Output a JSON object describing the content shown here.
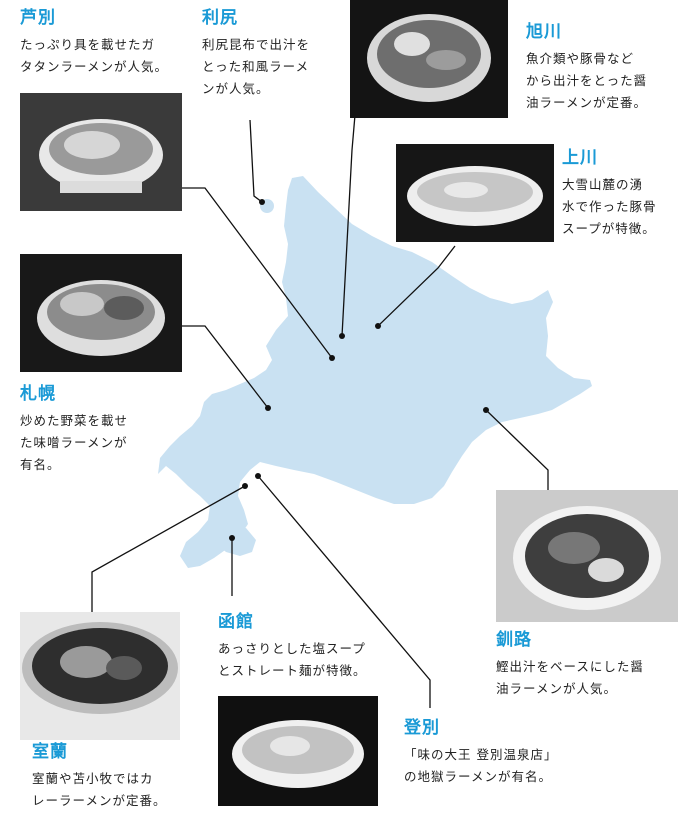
{
  "colors": {
    "accent": "#1a9ad6",
    "land": "#c9e1f2",
    "line": "#111111",
    "text": "#222222"
  },
  "regions": [
    {
      "id": "ashibetsu",
      "title": "芦別",
      "lines": [
        "たっぷり具を載せたガ",
        "タタンラーメンが人気。"
      ]
    },
    {
      "id": "rishiri",
      "title": "利尻",
      "lines": [
        "利尻昆布で出汁を",
        "とった和風ラーメ",
        "ンが人気。"
      ]
    },
    {
      "id": "asahikawa",
      "title": "旭川",
      "lines": [
        "魚介類や豚骨など",
        "から出汁をとった醤",
        "油ラーメンが定番。"
      ]
    },
    {
      "id": "kamikawa",
      "title": "上川",
      "lines": [
        "大雪山麓の湧",
        "水で作った豚骨",
        "スープが特徴。"
      ]
    },
    {
      "id": "sapporo",
      "title": "札幌",
      "lines": [
        "炒めた野菜を載せ",
        "た味噌ラーメンが",
        "有名。"
      ]
    },
    {
      "id": "kushiro",
      "title": "釧路",
      "lines": [
        "鰹出汁をベースにした醤",
        "油ラーメンが人気。"
      ]
    },
    {
      "id": "hakodate",
      "title": "函館",
      "lines": [
        "あっさりとした塩スープ",
        "とストレート麺が特徴。"
      ]
    },
    {
      "id": "muroran",
      "title": "室蘭",
      "lines": [
        "室蘭や苫小牧ではカ",
        "レーラーメンが定番。"
      ]
    },
    {
      "id": "noboribetsu",
      "title": "登別",
      "lines": [
        "「味の大王 登別温泉店」",
        "の地獄ラーメンが有名。"
      ]
    }
  ]
}
